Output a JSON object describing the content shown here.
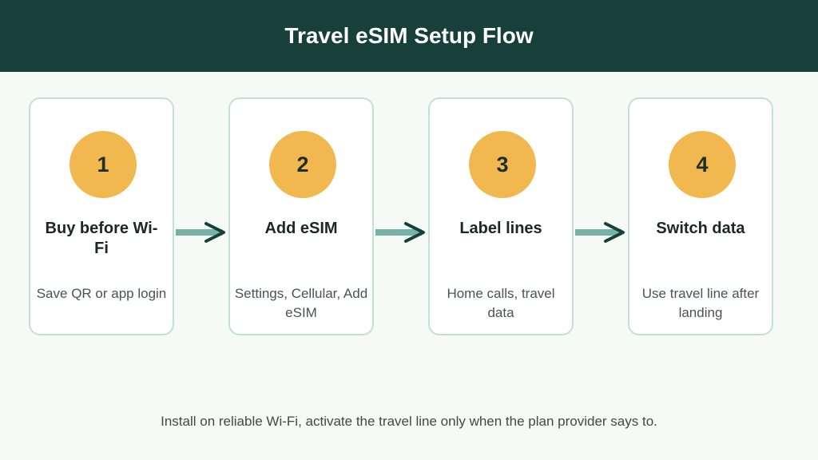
{
  "header": {
    "title": "Travel eSIM Setup Flow"
  },
  "steps": [
    {
      "number": "1",
      "title": "Buy before Wi-Fi",
      "description": "Save QR or app login"
    },
    {
      "number": "2",
      "title": "Add eSIM",
      "description": "Settings, Cellular, Add eSIM"
    },
    {
      "number": "3",
      "title": "Label lines",
      "description": "Home calls, travel data"
    },
    {
      "number": "4",
      "title": "Switch data",
      "description": "Use travel line after landing"
    }
  ],
  "footer": {
    "note": "Install on reliable Wi-Fi, activate the travel line only when the plan provider says to."
  },
  "colors": {
    "header_bg": "#17403a",
    "badge": "#f0b84f",
    "card_border": "#c4e0d6",
    "arrow_shaft": "#76b3a6",
    "arrow_head": "#17403a"
  }
}
